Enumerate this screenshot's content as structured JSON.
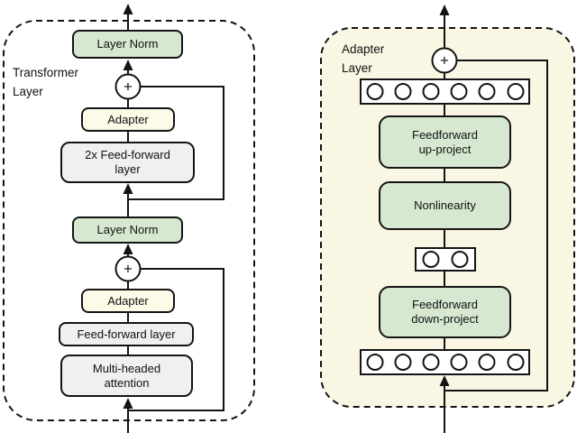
{
  "figure": {
    "left_panel": {
      "label": "Transformer\nLayer",
      "add_symbol": "+",
      "boxes": {
        "layer_norm_top": "Layer Norm",
        "adapter_top": "Adapter",
        "feedforward_2x": "2x Feed-forward\nlayer",
        "layer_norm_bottom": "Layer Norm",
        "adapter_bottom": "Adapter",
        "feedforward_layer": "Feed-forward layer",
        "multi_head_attention": "Multi-headed\nattention"
      }
    },
    "right_panel": {
      "label": "Adapter\nLayer",
      "add_symbol": "+",
      "boxes": {
        "feedforward_up": "Feedforward\nup-project",
        "nonlinearity": "Nonlinearity",
        "feedforward_down": "Feedforward\ndown-project"
      },
      "feature_rows": {
        "top_unit_count": 6,
        "bottleneck_unit_count": 2,
        "bottom_unit_count": 6
      }
    },
    "colors": {
      "green_box": "#d6e8cf",
      "cream_box": "#fdfae8",
      "adapter_panel_bg": "#f9f6e3",
      "gray_box": "#f0f0f0",
      "line": "#141414",
      "unit_fill": "#ffffff"
    }
  }
}
